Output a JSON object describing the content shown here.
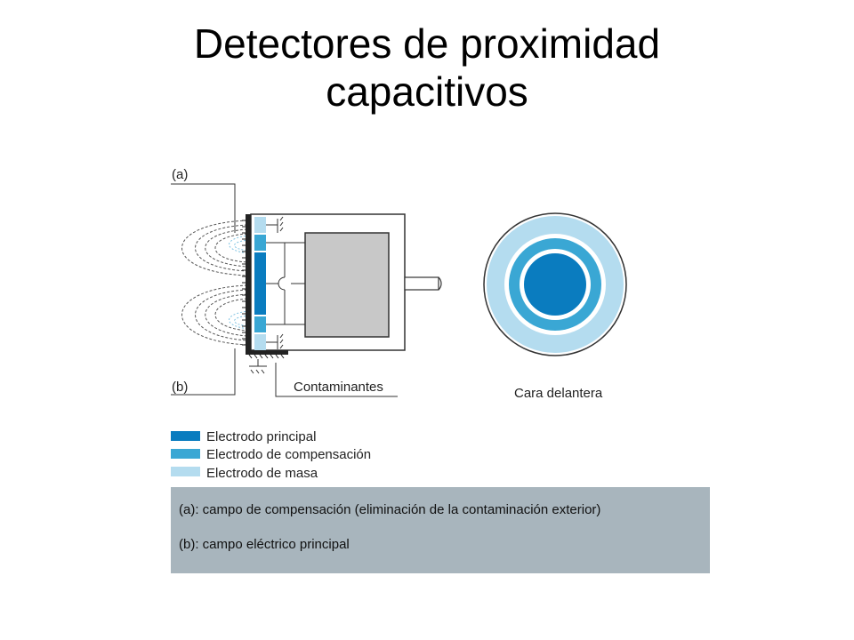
{
  "title": {
    "line1": "Detectores de proximidad",
    "line2": "capacitivos"
  },
  "diagram": {
    "label_a": "(a)",
    "label_b": "(b)",
    "label_contaminants": "Contaminantes",
    "label_front_face": "Cara delantera"
  },
  "legend": [
    {
      "label": "Electrodo principal",
      "color": "#0a7cbf"
    },
    {
      "label": "Electrodo de compensación",
      "color": "#3aa7d4"
    },
    {
      "label": "Electrodo de masa",
      "color": "#b4dcef"
    }
  ],
  "notes": {
    "a": "(a): campo de compensación (eliminación de la contaminación exterior)",
    "b": "(b): campo eléctrico principal"
  }
}
